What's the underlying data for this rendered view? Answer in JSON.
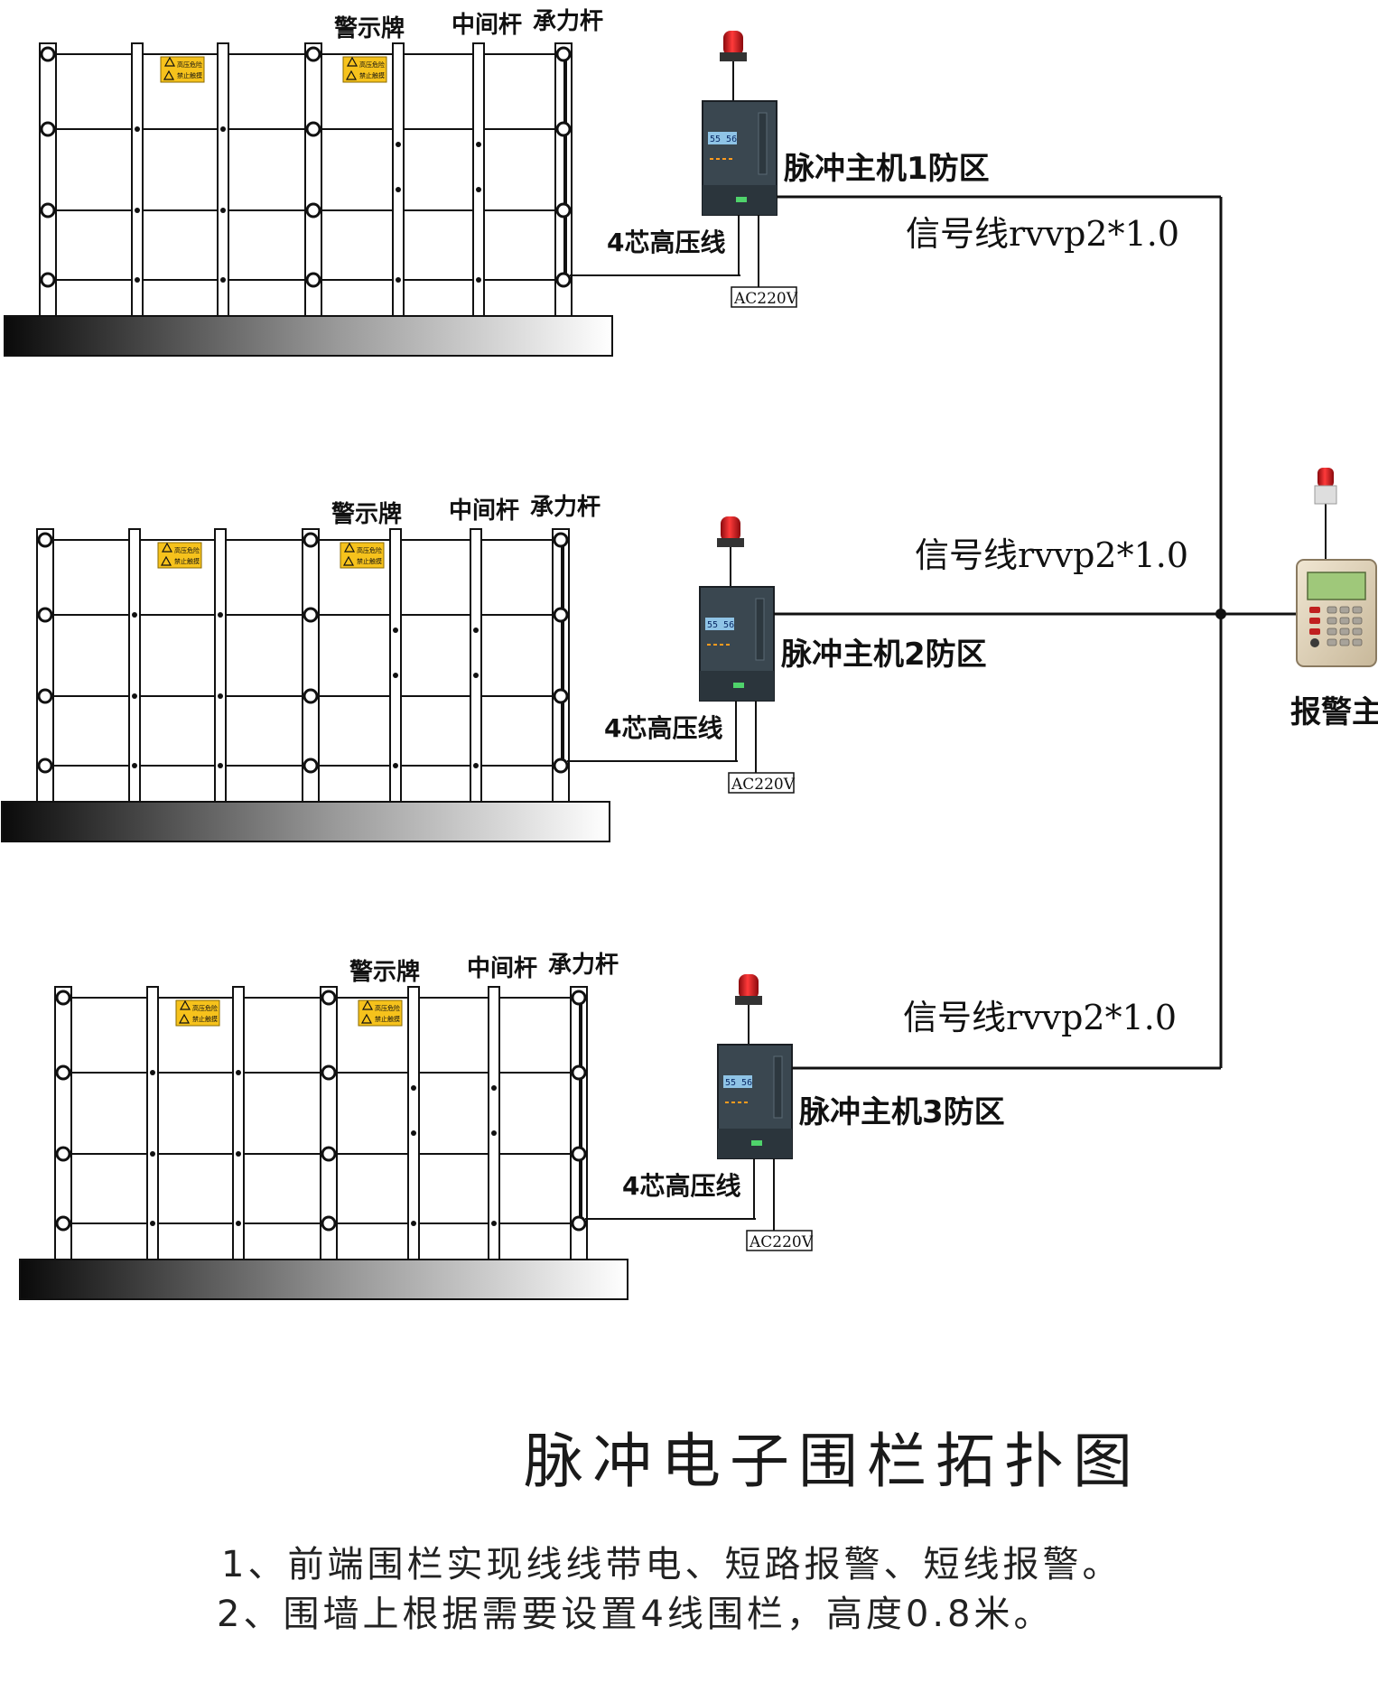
{
  "zones": [
    {
      "warning_sign_label": "警示牌",
      "middle_pole_label": "中间杆",
      "stress_pole_label": "承力杆",
      "hv_cable_label": "4芯高压线",
      "host_label": "脉冲主机1防区",
      "signal_label": "信号线rvvp2*1.0",
      "power_label": "AC220V",
      "display_text": "55 56",
      "sign_text_1": "高压危险",
      "sign_text_2": "禁止触摸"
    },
    {
      "warning_sign_label": "警示牌",
      "middle_pole_label": "中间杆",
      "stress_pole_label": "承力杆",
      "hv_cable_label": "4芯高压线",
      "host_label": "脉冲主机2防区",
      "signal_label": "信号线rvvp2*1.0",
      "power_label": "AC220V",
      "display_text": "55 56",
      "sign_text_1": "高压危险",
      "sign_text_2": "禁止触摸"
    },
    {
      "warning_sign_label": "警示牌",
      "middle_pole_label": "中间杆",
      "stress_pole_label": "承力杆",
      "hv_cable_label": "4芯高压线",
      "host_label": "脉冲主机3防区",
      "signal_label": "信号线rvvp2*1.0",
      "power_label": "AC220V",
      "display_text": "55 56",
      "sign_text_1": "高压危险",
      "sign_text_2": "禁止触摸"
    }
  ],
  "alarm_host_label": "报警主机",
  "title": "脉冲电子围栏拓扑图",
  "notes": [
    "1、前端围栏实现线线带电、短路报警、短线报警。",
    "2、围墙上根据需要设置4线围栏，高度0.8米。"
  ],
  "colors": {
    "line": "#111111",
    "device_body": "#3a4750",
    "device_display": "#8fc4e6",
    "lamp_red": "#d8131c",
    "sign_yellow": "#f6c21c",
    "alarm_host_body": "#ddd0b8",
    "alarm_host_screen": "#9fc87a"
  },
  "icons": [
    "warning-lamp-icon",
    "warning-triangle-icon",
    "keypad-icon"
  ]
}
